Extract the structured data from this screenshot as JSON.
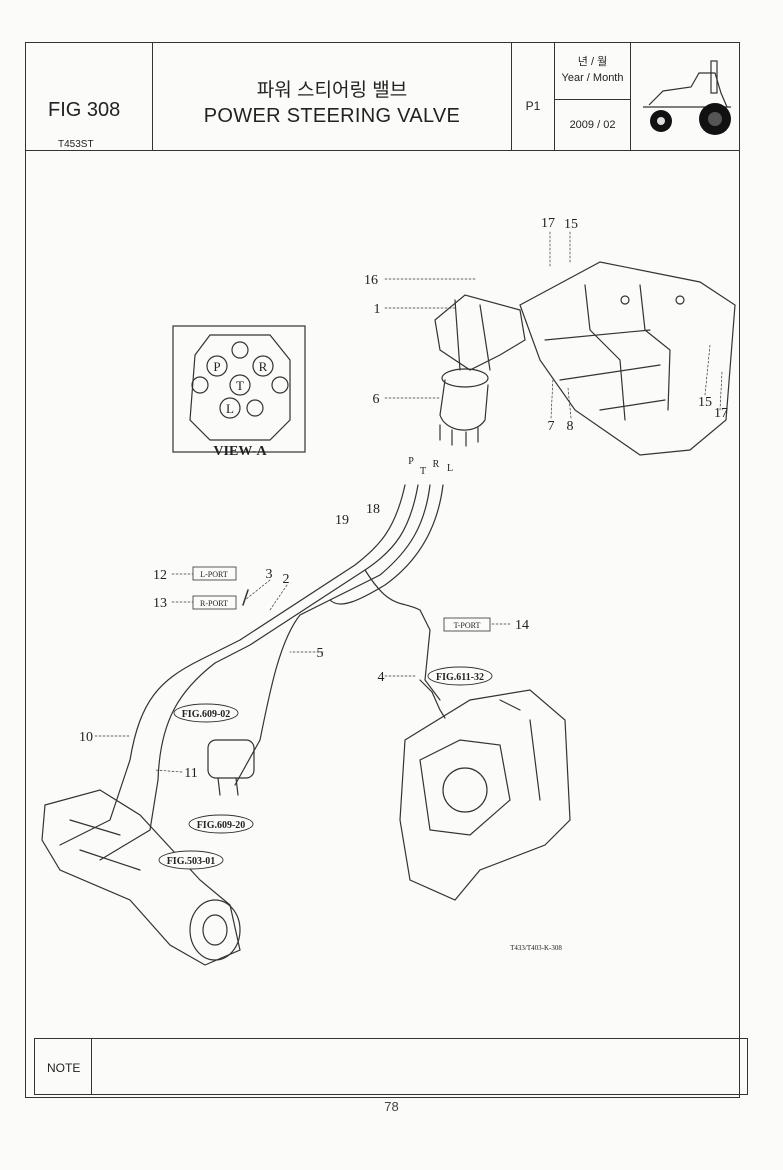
{
  "header": {
    "fig_number": "FIG 308",
    "model": "T453ST",
    "title_korean": "파워 스티어링 밸브",
    "title_english": "POWER STEERING VALVE",
    "page": "P1",
    "year_month_korean": "년 / 월",
    "year_month_label": "Year / Month",
    "date": "2009 / 02"
  },
  "drawing": {
    "view_label": "VIEW-A",
    "port_letters": [
      "P",
      "R",
      "T",
      "L"
    ],
    "hose_letters": [
      "P",
      "T",
      "R",
      "L"
    ],
    "part_callouts": [
      "1",
      "2",
      "3",
      "4",
      "5",
      "6",
      "7",
      "8",
      "10",
      "11",
      "12",
      "13",
      "14",
      "15",
      "15",
      "16",
      "17",
      "17",
      "18",
      "19"
    ],
    "tags": {
      "l_port": "L-PORT",
      "r_port": "R-PORT",
      "t_port": "T-PORT"
    },
    "figure_refs": [
      "FIG.609-02",
      "FIG.609-20",
      "FIG.503-01",
      "FIG.611-32"
    ],
    "drawing_code": "T433/T403-K-308"
  },
  "footer": {
    "note_label": "NOTE",
    "page_number": "78"
  }
}
